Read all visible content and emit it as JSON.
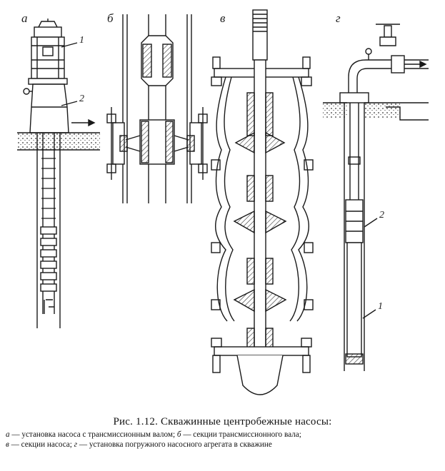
{
  "panels": {
    "a": "а",
    "b": "б",
    "v": "в",
    "g": "г"
  },
  "callouts": {
    "a1": "1",
    "a2": "2",
    "g2": "2",
    "g1": "1"
  },
  "caption": {
    "title": "Рис. 1.12. Скважинные центробежные насосы:",
    "line1_a_letter": "а",
    "line1_a_text": " — установка насоса с трансмиссионным валом; ",
    "line1_b_letter": "б",
    "line1_b_text": " — секции трансмиссионного вала;",
    "line2_v_letter": "в",
    "line2_v_text": " — секции насоса; ",
    "line2_g_letter": "г",
    "line2_g_text": " — установка погружного насосного агрегата в скважине"
  },
  "colors": {
    "ink": "#1a1a1a",
    "hatch": "#555555",
    "paper": "#ffffff"
  }
}
